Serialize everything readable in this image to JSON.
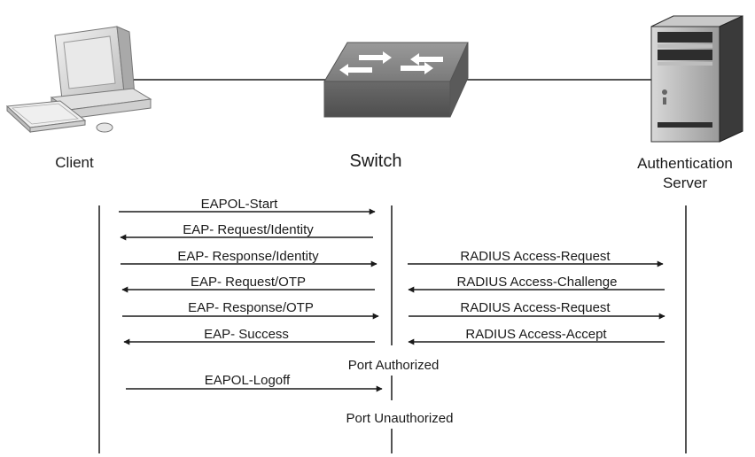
{
  "nodes": {
    "client": {
      "label": "Client",
      "icon": "desktop-computer-icon"
    },
    "switch": {
      "label": "Switch",
      "icon": "network-switch-icon"
    },
    "server": {
      "label_line1": "Authentication",
      "label_line2": "Server",
      "icon": "tower-server-icon"
    }
  },
  "messages": {
    "eapol_start": "EAPOL-Start",
    "eap_request_identity": "EAP- Request/Identity",
    "eap_response_identity": "EAP- Response/Identity",
    "eap_request_otp": "EAP- Request/OTP",
    "eap_response_otp": "EAP- Response/OTP",
    "eap_success": "EAP- Success",
    "eapol_logoff": "EAPOL-Logoff",
    "radius_access_request_1": "RADIUS Access-Request",
    "radius_access_challenge": "RADIUS Access-Challenge",
    "radius_access_request_2": "RADIUS Access-Request",
    "radius_access_accept": "RADIUS Access-Accept"
  },
  "states": {
    "port_authorized": "Port Authorized",
    "port_unauthorized": "Port Unauthorized"
  },
  "colors": {
    "line": "#1a1a1a",
    "switch_body": "#6f6f6f",
    "switch_top": "#8c8c8c",
    "server_body": "#3a3a3a"
  }
}
